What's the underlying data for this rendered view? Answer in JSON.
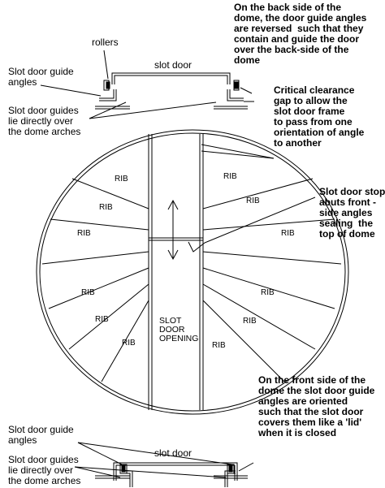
{
  "diagram": {
    "labels": {
      "rollers": "rollers",
      "slot_door_top": "slot door",
      "guide_angles_top": "Slot door guide\nangles",
      "guides_top": "Slot door guides\nlie directly over\nthe dome arches",
      "back_side_note": "On the back side of the\ndome, the door guide angles\nare reversed  such that they\ncontain and guide the door\nover the back-side of the\ndome",
      "clearance_note": "Critical clearance\ngap to allow the\nslot door frame\nto pass from one\norientation of angle\nto another",
      "stop_note": "Slot door stop\nabuts front -\nside angles\nsealing  the\ntop of dome",
      "opening": "SLOT\nDOOR\nOPENING",
      "front_side_note": "On the front side of the\ndome the slot door guide\nangles are oriented\nsuch that the slot door\ncovers them like a 'lid'\nwhen it is closed",
      "slot_door_bottom": "slot door",
      "guide_angles_bottom": "Slot door guide\nangles",
      "guides_bottom": "Slot door guides\nlie directly over\nthe dome arches"
    },
    "rib_label": "RIB"
  }
}
